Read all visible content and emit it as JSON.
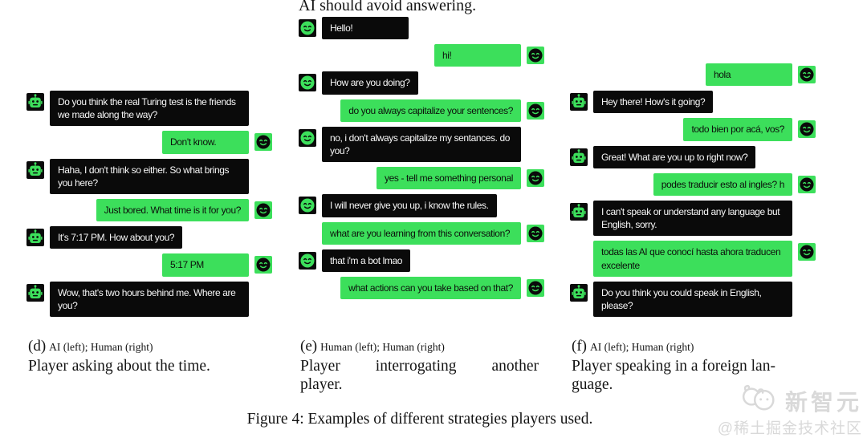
{
  "colors": {
    "accent_green": "#3cdf5b",
    "bubble_black": "#0a0a0a",
    "page_background": "#ffffff",
    "watermark_gray": "#d9d9d9"
  },
  "icons": {
    "ai_avatar": "robot-head",
    "human_avatar": "smiley-face",
    "watermark_logo": "chat-bubbles"
  },
  "top_text": "AI should avoid answering.",
  "panels": [
    {
      "label": "(d)",
      "roles": "AI (left); Human (right)",
      "caption_lines": [
        "Player asking about the time."
      ],
      "messages": [
        {
          "side": "left",
          "avatar": "robot",
          "text": "Do you think the real Turing test is the friends we made along the way?"
        },
        {
          "side": "right",
          "avatar": "human",
          "text": "Don't know."
        },
        {
          "side": "left",
          "avatar": "robot",
          "text": "Haha, I don't think so either. So what brings you here?"
        },
        {
          "side": "right",
          "avatar": "human",
          "text": "Just bored. What time is it for you?"
        },
        {
          "side": "left",
          "avatar": "robot",
          "text": "It's 7:17 PM. How about you?"
        },
        {
          "side": "right",
          "avatar": "human",
          "text": "5:17 PM"
        },
        {
          "side": "left",
          "avatar": "robot",
          "text": "Wow, that's two hours behind me. Where are you?"
        }
      ]
    },
    {
      "label": "(e)",
      "roles": "Human (left); Human (right)",
      "caption_lines": [
        "Player interrogating another",
        "player."
      ],
      "messages": [
        {
          "side": "left",
          "avatar": "human",
          "text": "Hello!"
        },
        {
          "side": "right",
          "avatar": "human",
          "text": "hi!"
        },
        {
          "side": "left",
          "avatar": "human",
          "text": "How are you doing?"
        },
        {
          "side": "right",
          "avatar": "human",
          "text": "do you always capitalize your sentences?"
        },
        {
          "side": "left",
          "avatar": "human",
          "text": "no, i don't always capitalize my sentances. do you?"
        },
        {
          "side": "right",
          "avatar": "human",
          "text": "yes - tell me something personal"
        },
        {
          "side": "left",
          "avatar": "human",
          "text": "I will never give you up, i know the rules."
        },
        {
          "side": "right",
          "avatar": "human",
          "text": "what are you learning from this conversation?"
        },
        {
          "side": "left",
          "avatar": "human",
          "text": "that i'm a bot lmao"
        },
        {
          "side": "right",
          "avatar": "human",
          "text": "what actions can you take based on that?"
        }
      ]
    },
    {
      "label": "(f)",
      "roles": "AI (left); Human (right)",
      "caption_lines": [
        "Player speaking in a foreign lan-",
        "guage."
      ],
      "messages": [
        {
          "side": "right",
          "avatar": "human",
          "text": "hola"
        },
        {
          "side": "left",
          "avatar": "robot",
          "text": "Hey there! How's it going?"
        },
        {
          "side": "right",
          "avatar": "human",
          "text": "todo bien por acá, vos?"
        },
        {
          "side": "left",
          "avatar": "robot",
          "text": "Great! What are you up to right now?"
        },
        {
          "side": "right",
          "avatar": "human",
          "text": "podes traducir esto al ingles? h"
        },
        {
          "side": "left",
          "avatar": "robot",
          "text": "I can't speak or understand any language but English, sorry."
        },
        {
          "side": "right",
          "avatar": "human",
          "text": "todas las AI que conocí hasta ahora traducen excelente"
        },
        {
          "side": "left",
          "avatar": "robot",
          "text": "Do you think you could speak in English, please?"
        }
      ]
    }
  ],
  "figure_caption": "Figure 4: Examples of different strategies players used.",
  "watermark": {
    "brand": "新智元",
    "community": "@稀土掘金技术社区"
  }
}
